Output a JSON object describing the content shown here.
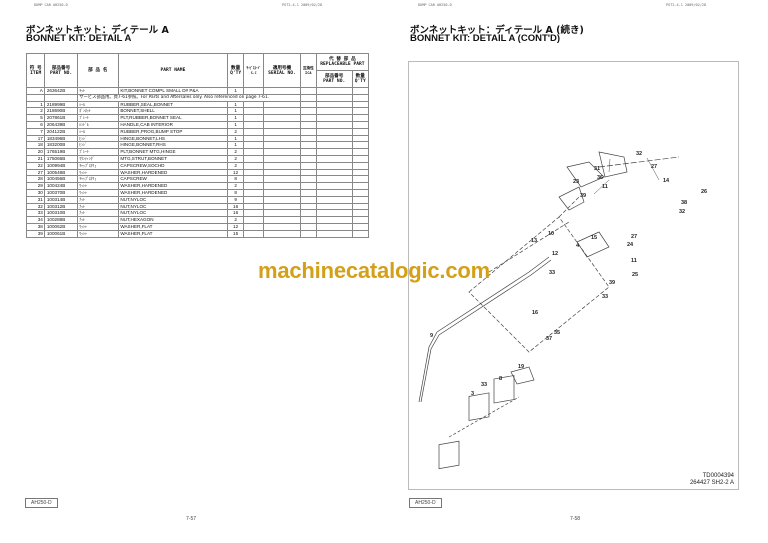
{
  "left_page": {
    "header_left": "DUMP CAR   AH250-D",
    "header_right": "PGT2-4-1     2009/02/28",
    "title_jp": "ボンネットキット：ディテール A",
    "title_en": "BONNET KIT: DETAIL A",
    "table": {
      "headers": {
        "item_jp": "符 号",
        "item_en": "ITEM",
        "partno_jp": "部品番号",
        "partno_en": "PART NO.",
        "name_jp": "部 品 名",
        "name_en": "PART NAME",
        "qty_jp": "数量",
        "qty_en": "Q'TY",
        "sc_jp": "ｻｰﾋﾞｽｺｰﾄﾞ",
        "sc_en": "S.C",
        "serial_jp": "適用号機",
        "serial_en": "SERIAL NO.",
        "ica_jp": "互換性",
        "ica_en": "ICA",
        "repl_jp": "代 替 部 品",
        "repl_en": "REPLACEABLE PART",
        "repl_partno_jp": "部品番号",
        "repl_partno_en": "PART NO.",
        "repl_qty_jp": "数量",
        "repl_qty_en": "Q'TY"
      },
      "rows": [
        {
          "item": "A",
          "part_no": "263642B",
          "name_jp": "ｷｯﾄ",
          "name_en": "KIT,BONNET COMPL SMALL D# P&A",
          "qty": "1"
        },
        {
          "note": "サービス部品用。頁7-61参照。For Parts and Aftersales only. Also referenced on page 7-61."
        },
        {
          "item": "1",
          "part_no": "218999B",
          "name_jp": "ｼｰﾙ",
          "name_en": "RUBBER,SEAL,BONNET",
          "qty": "1"
        },
        {
          "item": "2",
          "part_no": "218690B",
          "name_jp": "ﾎﾞﾝﾈｯﾄ",
          "name_en": "BONNET,SHELL",
          "qty": "1"
        },
        {
          "item": "5",
          "part_no": "207861B",
          "name_jp": "ﾌﾟﾚｰﾄ",
          "name_en": "PLT,RUBBER,BONNET SEAL",
          "qty": "1"
        },
        {
          "item": "6",
          "part_no": "206439B",
          "name_jp": "ﾊﾝﾄﾞﾙ",
          "name_en": "HANDLE,CAB INTERIOR",
          "qty": "1"
        },
        {
          "item": "7",
          "part_no": "204122B",
          "name_jp": "ｼｰﾙ",
          "name_en": "RUBBER,PROG,BUMP STOP",
          "qty": "2"
        },
        {
          "item": "17",
          "part_no": "183496B",
          "name_jp": "ﾋﾝｼﾞ",
          "name_en": "HINGE,BONNET,LHS",
          "qty": "1"
        },
        {
          "item": "18",
          "part_no": "183200B",
          "name_jp": "ﾋﾝｼﾞ",
          "name_en": "HINGE,BONNET,RHS",
          "qty": "1"
        },
        {
          "item": "20",
          "part_no": "176519B",
          "name_jp": "ﾌﾟﾚｰﾄ",
          "name_en": "PLT,BONNET MTG,HINGE",
          "qty": "2"
        },
        {
          "item": "21",
          "part_no": "175066B",
          "name_jp": "ﾏｳﾝﾃｨﾝｸﾞ",
          "name_en": "MTG,STRUT,BONNET",
          "qty": "2"
        },
        {
          "item": "22",
          "part_no": "100994B",
          "name_jp": "ｷｬｯﾌﾟｽｸﾘｭ",
          "name_en": "CAPSCREW,SOCHD",
          "qty": "2"
        },
        {
          "item": "27",
          "part_no": "100548B",
          "name_jp": "ﾜｯｼｬ",
          "name_en": "WASHER,HARDENED",
          "qty": "12"
        },
        {
          "item": "28",
          "part_no": "100456B",
          "name_jp": "ｷｬｯﾌﾟｽｸﾘｭ",
          "name_en": "CAPSCREW",
          "qty": "8"
        },
        {
          "item": "29",
          "part_no": "100424B",
          "name_jp": "ﾜｯｼｬ",
          "name_en": "WASHER,HARDENED",
          "qty": "2"
        },
        {
          "item": "30",
          "part_no": "100370B",
          "name_jp": "ﾜｯｼｬ",
          "name_en": "WASHER,HARDENED",
          "qty": "8"
        },
        {
          "item": "31",
          "part_no": "100314B",
          "name_jp": "ﾅｯﾄ",
          "name_en": "NUT,NYLOC",
          "qty": "9"
        },
        {
          "item": "32",
          "part_no": "100312B",
          "name_jp": "ﾅｯﾄ",
          "name_en": "NUT,NYLOC",
          "qty": "16"
        },
        {
          "item": "33",
          "part_no": "100310B",
          "name_jp": "ﾅｯﾄ",
          "name_en": "NUT,NYLOC",
          "qty": "16"
        },
        {
          "item": "34",
          "part_no": "100288B",
          "name_jp": "ﾅｯﾄ",
          "name_en": "NUT,HEXAGON",
          "qty": "2"
        },
        {
          "item": "38",
          "part_no": "100062B",
          "name_jp": "ﾜｯｼｬ",
          "name_en": "WASHER,FLAT",
          "qty": "12"
        },
        {
          "item": "39",
          "part_no": "100061B",
          "name_jp": "ﾜｯｼｬ",
          "name_en": "WASHER,FLAT",
          "qty": "15"
        }
      ]
    },
    "footer_tag": "AH250-D",
    "page_number": "7-57"
  },
  "right_page": {
    "header_left": "DUMP CAR   AH250-D",
    "header_right": "PGT2-4-1     2009/02/28",
    "title_jp": "ボンネットキット：ディテール A (続き)",
    "title_en": "BONNET KIT: DETAIL A (CONT'D)",
    "diagram": {
      "figure_id": "TD0004394",
      "drawing_ref": "264427 SH2-2 A",
      "callouts": [
        "32",
        "27",
        "14",
        "31",
        "36",
        "11",
        "23",
        "39",
        "26",
        "38",
        "32",
        "15",
        "4",
        "27",
        "24",
        "10",
        "13",
        "12",
        "33",
        "11",
        "25",
        "39",
        "33",
        "16",
        "35",
        "37",
        "9",
        "19",
        "8",
        "33",
        "3"
      ]
    },
    "footer_tag": "AH250-D",
    "page_number": "7-58"
  },
  "watermark": "machinecatalogic.com"
}
